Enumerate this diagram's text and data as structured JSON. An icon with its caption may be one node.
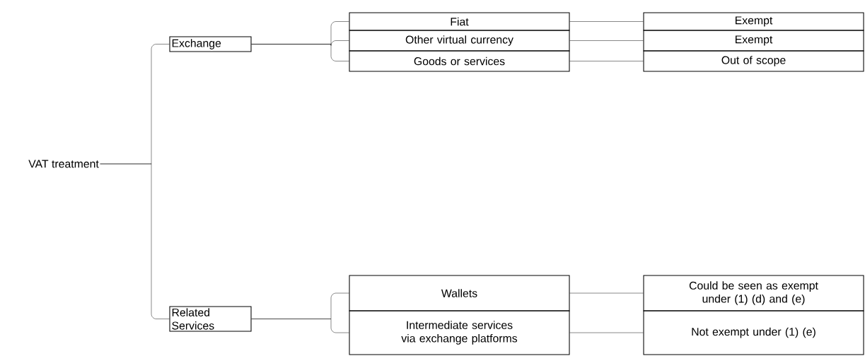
{
  "diagram": {
    "nodes": [
      {
        "text": [
          "VAT treatment"
        ]
      },
      {
        "text": [
          "Exchange"
        ]
      },
      {
        "text": [
          "Related Services"
        ]
      },
      {
        "text": [
          "Fiat"
        ]
      },
      {
        "text": [
          "Other virtual currency"
        ]
      },
      {
        "text": [
          "Goods or services"
        ]
      },
      {
        "text": [
          "Exempt"
        ]
      },
      {
        "text": [
          "Exempt"
        ]
      },
      {
        "text": [
          "Out of scope"
        ]
      },
      {
        "text": [
          "Wallets"
        ]
      },
      {
        "text": [
          "Intermediate services via exchange platforms"
        ]
      },
      {
        "text": [
          "Could be seen as exempt under (1) (d) and (e)"
        ]
      },
      {
        "text": [
          "Not exempt under (1) (e)"
        ]
      }
    ],
    "edges": [
      {
        "from": 0,
        "to": 1,
        "arrow": "none"
      },
      {
        "from": 0,
        "to": 2,
        "arrow": "none"
      },
      {
        "from": 1,
        "to": 3,
        "arrow": "none"
      },
      {
        "from": 1,
        "to": 4,
        "arrow": "none"
      },
      {
        "from": 1,
        "to": 5,
        "arrow": "none"
      },
      {
        "from": 2,
        "to": 9,
        "arrow": "none"
      },
      {
        "from": 2,
        "to": 10,
        "arrow": "none"
      },
      {
        "from": 3,
        "to": 6,
        "arrow": "none"
      },
      {
        "from": 4,
        "to": 7,
        "arrow": "none"
      },
      {
        "from": 5,
        "to": 8,
        "arrow": "none"
      },
      {
        "from": 9,
        "to": 11,
        "arrow": "none"
      },
      {
        "from": 10,
        "to": 12,
        "arrow": "none"
      }
    ]
  }
}
